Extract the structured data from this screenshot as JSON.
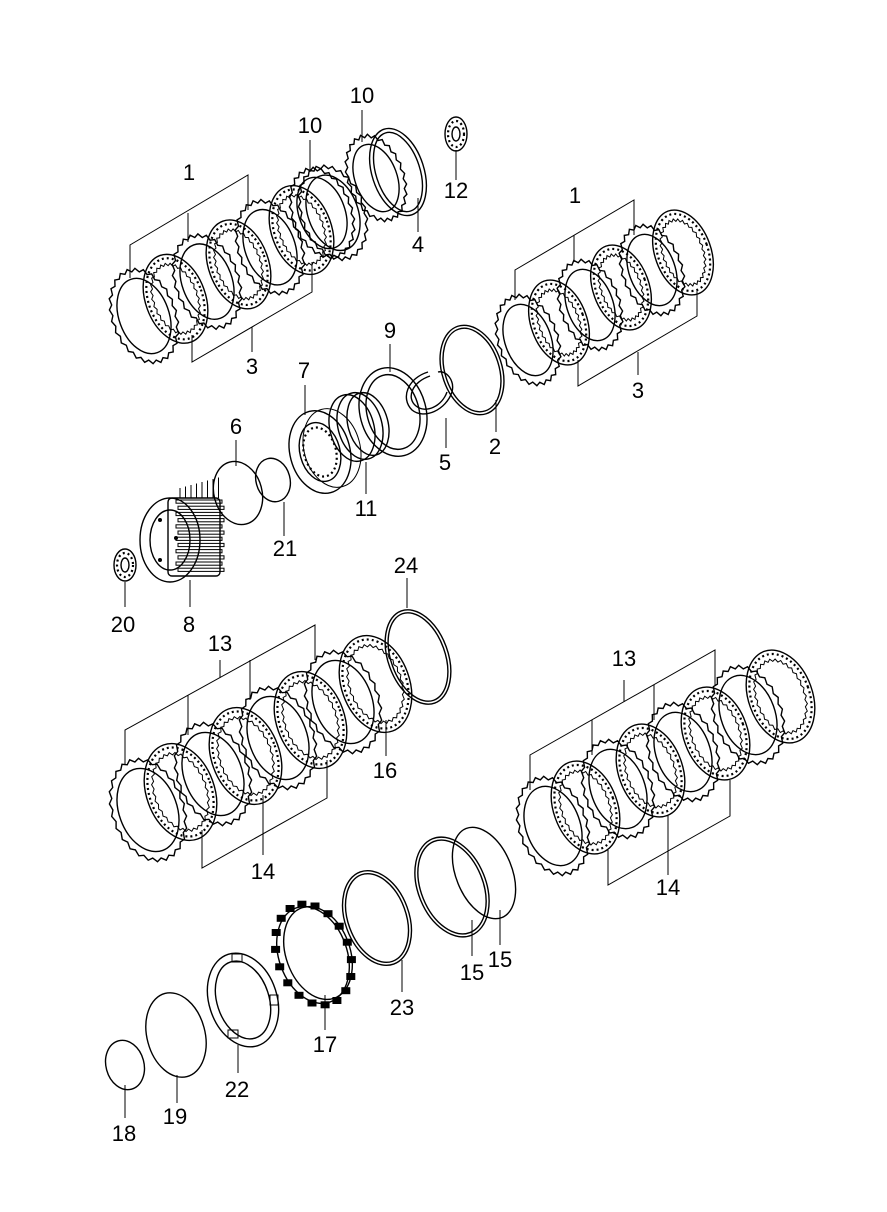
{
  "diagram": {
    "callouts": {
      "c1a": "1",
      "c10a": "10",
      "c10b": "10",
      "c12": "12",
      "c4": "4",
      "c3a": "3",
      "c1b": "1",
      "c3b": "3",
      "c9": "9",
      "c7": "7",
      "c6": "6",
      "c5": "5",
      "c2": "2",
      "c11": "11",
      "c21": "21",
      "c20": "20",
      "c8": "8",
      "c24": "24",
      "c13a": "13",
      "c13b": "13",
      "c16": "16",
      "c14a": "14",
      "c14b": "14",
      "c15a": "15",
      "c15b": "15",
      "c23": "23",
      "c17": "17",
      "c22": "22",
      "c18": "18",
      "c19": "19"
    }
  }
}
